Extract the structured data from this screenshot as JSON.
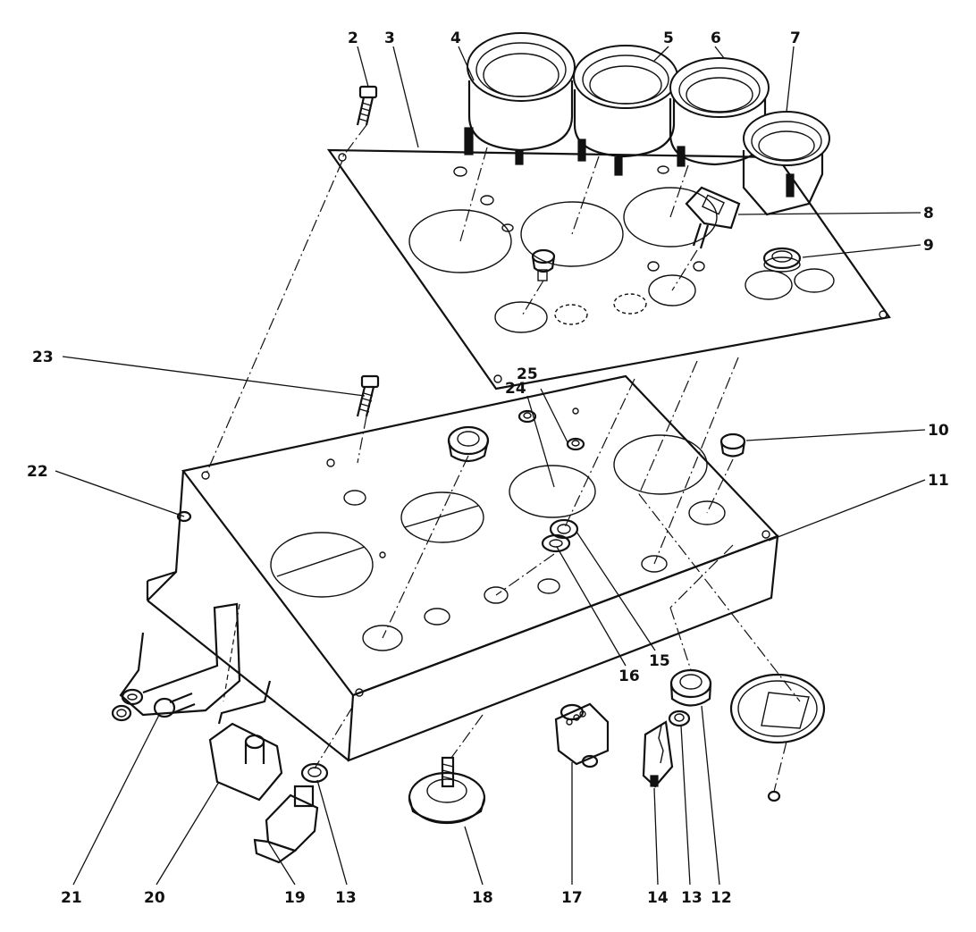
{
  "diagram": {
    "callouts": [
      {
        "id": "c2",
        "label": "2"
      },
      {
        "id": "c3",
        "label": "3"
      },
      {
        "id": "c4",
        "label": "4"
      },
      {
        "id": "c5",
        "label": "5"
      },
      {
        "id": "c6",
        "label": "6"
      },
      {
        "id": "c7",
        "label": "7"
      },
      {
        "id": "c8",
        "label": "8"
      },
      {
        "id": "c9",
        "label": "9"
      },
      {
        "id": "c10",
        "label": "10"
      },
      {
        "id": "c11",
        "label": "11"
      },
      {
        "id": "c12",
        "label": "12"
      },
      {
        "id": "c13a",
        "label": "13"
      },
      {
        "id": "c13b",
        "label": "13"
      },
      {
        "id": "c14",
        "label": "14"
      },
      {
        "id": "c15",
        "label": "15"
      },
      {
        "id": "c16",
        "label": "16"
      },
      {
        "id": "c17",
        "label": "17"
      },
      {
        "id": "c18",
        "label": "18"
      },
      {
        "id": "c19",
        "label": "19"
      },
      {
        "id": "c20",
        "label": "20"
      },
      {
        "id": "c21",
        "label": "21"
      },
      {
        "id": "c22",
        "label": "22"
      },
      {
        "id": "c23",
        "label": "23"
      },
      {
        "id": "c24",
        "label": "24"
      },
      {
        "id": "c25",
        "label": "25"
      }
    ]
  }
}
